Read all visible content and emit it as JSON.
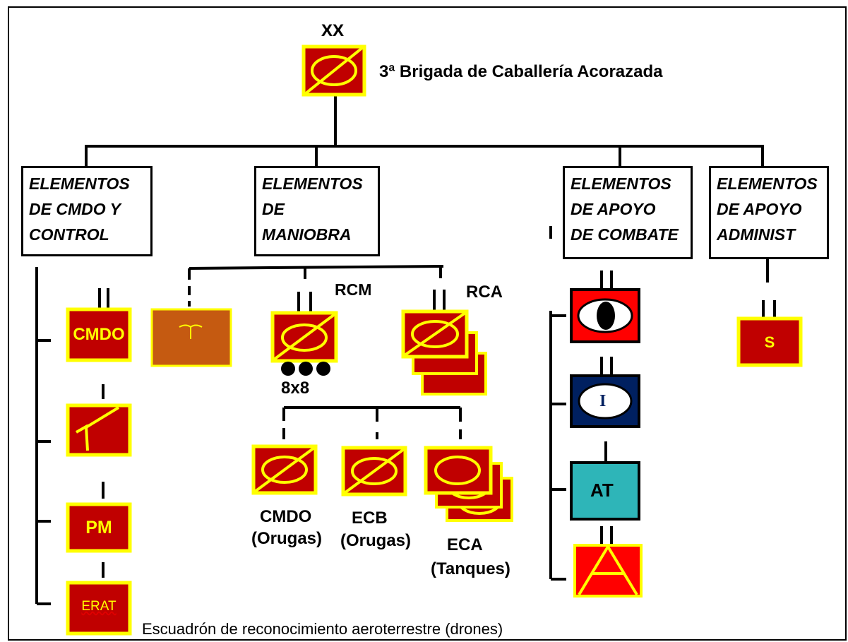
{
  "echelon": "XX",
  "brigade_title": "3ª Brigada de Caballería Acorazada",
  "categories": [
    {
      "id": "cmdo-control",
      "label": "ELEMENTOS\nDE CMDO Y\nCONTROL"
    },
    {
      "id": "maniobra",
      "label": "ELEMENTOS\nDE\nMANIOBRA"
    },
    {
      "id": "apoyo-combate",
      "label": "ELEMENTOS\nDE APOYO\nDE COMBATE"
    },
    {
      "id": "apoyo-administ",
      "label": "ELEMENTOS\nDE APOYO\nADMINIST"
    }
  ],
  "command_units": {
    "cmdo": "CMDO",
    "pm": "PM",
    "erat": "ERAT",
    "erat_caption": "Escuadrón de reconocimiento aeroterrestre (drones)"
  },
  "maneuver": {
    "rcm": "RCM",
    "rca": "RCA",
    "rcm_mobility": "8x8",
    "sub_units": [
      {
        "name": "CMDO",
        "detail": "(Orugas)"
      },
      {
        "name": "ECB",
        "detail": "(Orugas)"
      },
      {
        "name": "ECA",
        "detail": "(Tanques)"
      }
    ]
  },
  "combat_support": {
    "engineers_letter": "I",
    "anti_tank": "AT"
  },
  "admin_support": {
    "services": "S"
  },
  "colors": {
    "unit_red": "#c00000",
    "border_yellow": "#ffff00",
    "aviation_brown": "#c55a11",
    "engineer_navy": "#002060",
    "at_teal": "#2eb5b8",
    "alert_red": "#ff0000"
  }
}
